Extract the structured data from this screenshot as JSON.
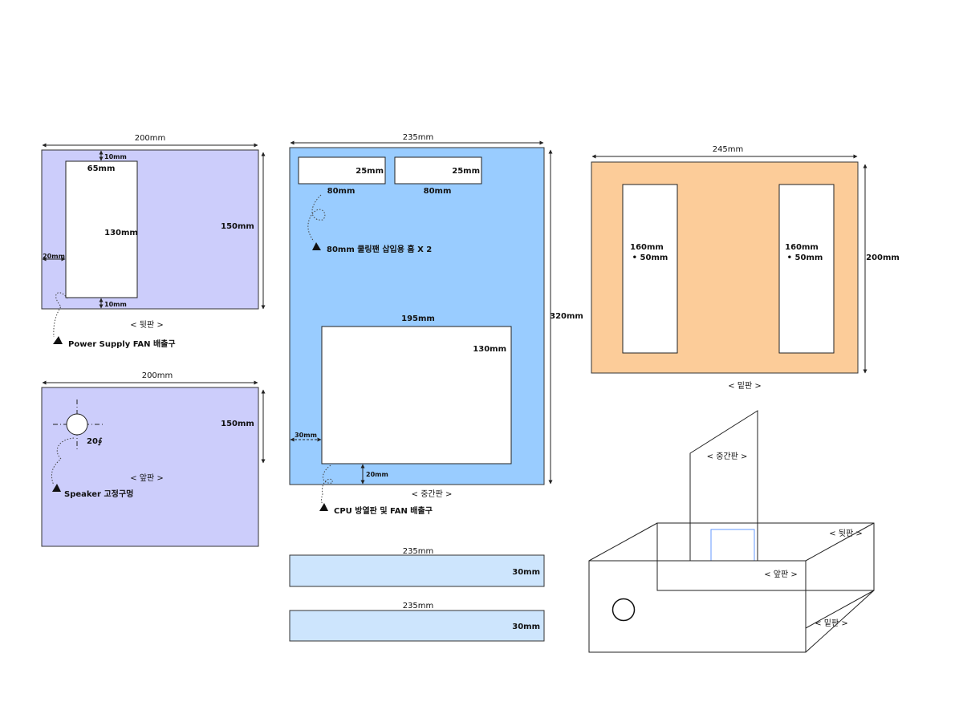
{
  "colors": {
    "back_panel": "#cccdfb",
    "front_panel": "#cccdfb",
    "middle_panel": "#99ccff",
    "bottom_panel": "#fccc99",
    "side_strip": "#cde5fd",
    "box_3d": "#ccffff",
    "box_window": "#6699ff"
  },
  "back_panel": {
    "title": "< 뒷판 >",
    "width_label": "200mm",
    "height_label": "150mm",
    "hole_width_label": "65mm",
    "hole_height_label": "130mm",
    "top_margin_label": "10mm",
    "bottom_margin_label": "10mm",
    "left_margin_label": "20mm",
    "callout": "Power Supply FAN 배출구"
  },
  "front_panel": {
    "title": "< 앞판 >",
    "width_label": "200mm",
    "height_label": "150mm",
    "hole_label": "20∮",
    "callout": "Speaker 고정구멍"
  },
  "middle_panel": {
    "title": "< 중간판 >",
    "width_label": "235mm",
    "height_label": "320mm",
    "fan_slots": [
      {
        "width_label": "80mm",
        "height_label": "25mm"
      },
      {
        "width_label": "80mm",
        "height_label": "25mm"
      }
    ],
    "fan_callout": "80mm 쿨링팬 삽입용 홈 X 2",
    "cpu_width_label": "195mm",
    "cpu_height_label": "130mm",
    "left_margin_label": "30mm",
    "bottom_margin_label": "20mm",
    "cpu_callout": "CPU 방열판 및 FAN 배출구"
  },
  "strips": [
    {
      "width_label": "235mm",
      "height_label": "30mm"
    },
    {
      "width_label": "235mm",
      "height_label": "30mm"
    }
  ],
  "bottom_panel": {
    "title": "< 밑판 >",
    "width_label": "245mm",
    "height_label": "200mm",
    "holes": [
      {
        "line1": "160mm",
        "line2": "• 50mm"
      },
      {
        "line1": "160mm",
        "line2": "• 50mm"
      }
    ]
  },
  "box_3d": {
    "middle_label": "< 중간판 >",
    "back_label": "< 뒷판 >",
    "front_label": "< 앞판 >",
    "bottom_label": "< 밑판 >"
  }
}
